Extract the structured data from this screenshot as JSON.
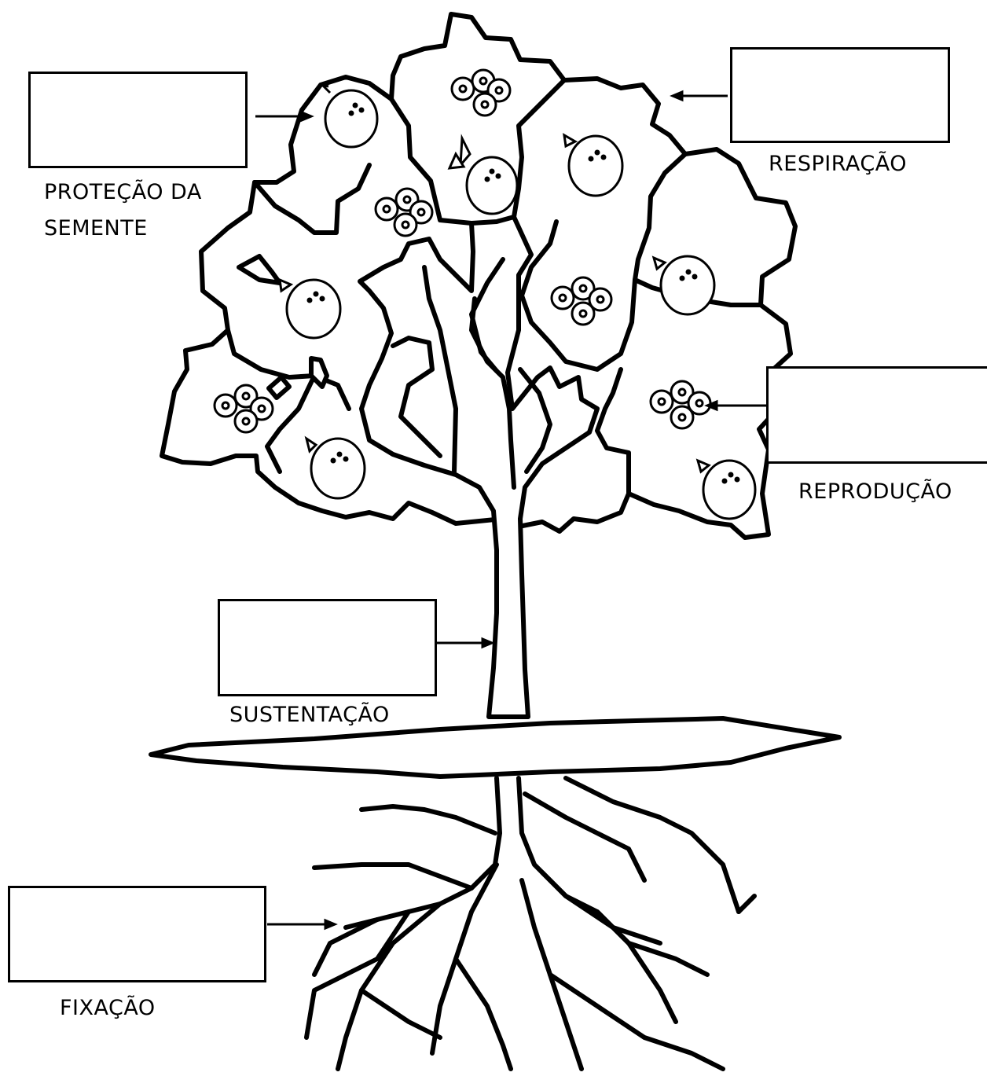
{
  "labels": {
    "protection": [
      "PROTEÇÃO DA",
      "SEMENTE"
    ],
    "respiration": "RESPIRAÇÃO",
    "reproduction": "REPRODUÇÃO",
    "support": "SUSTENTAÇÃO",
    "fixation": "FIXAÇÃO"
  }
}
